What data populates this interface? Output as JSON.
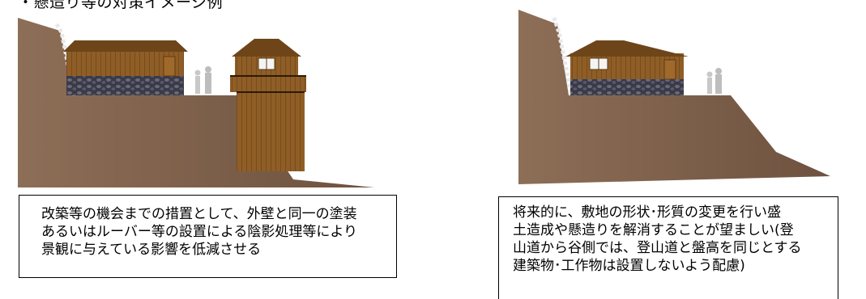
{
  "heading": "・懸造り等の対策イメージ例",
  "captions": {
    "left": [
      "改築等の機会までの措置として、外壁と同一の塗装",
      "あるいはルーバー等の設置による陰影処理等により",
      "景観に与えている影響を低減させる"
    ],
    "right": [
      "将来的に、敷地の形状･形質の変更を行い盛",
      "土造成や懸造りを解消することが望ましい(登",
      "山道から谷側では、登山道と盤高を同じとする",
      "建築物･工作物は設置しないよう配慮)"
    ]
  },
  "colors": {
    "ground": "#7a5c46",
    "ground_light": "#8d6e57",
    "wood": "#8a5a22",
    "wood_dark": "#5e3a12",
    "stone": "#3a3a48",
    "figure": "#c8c8c8"
  }
}
